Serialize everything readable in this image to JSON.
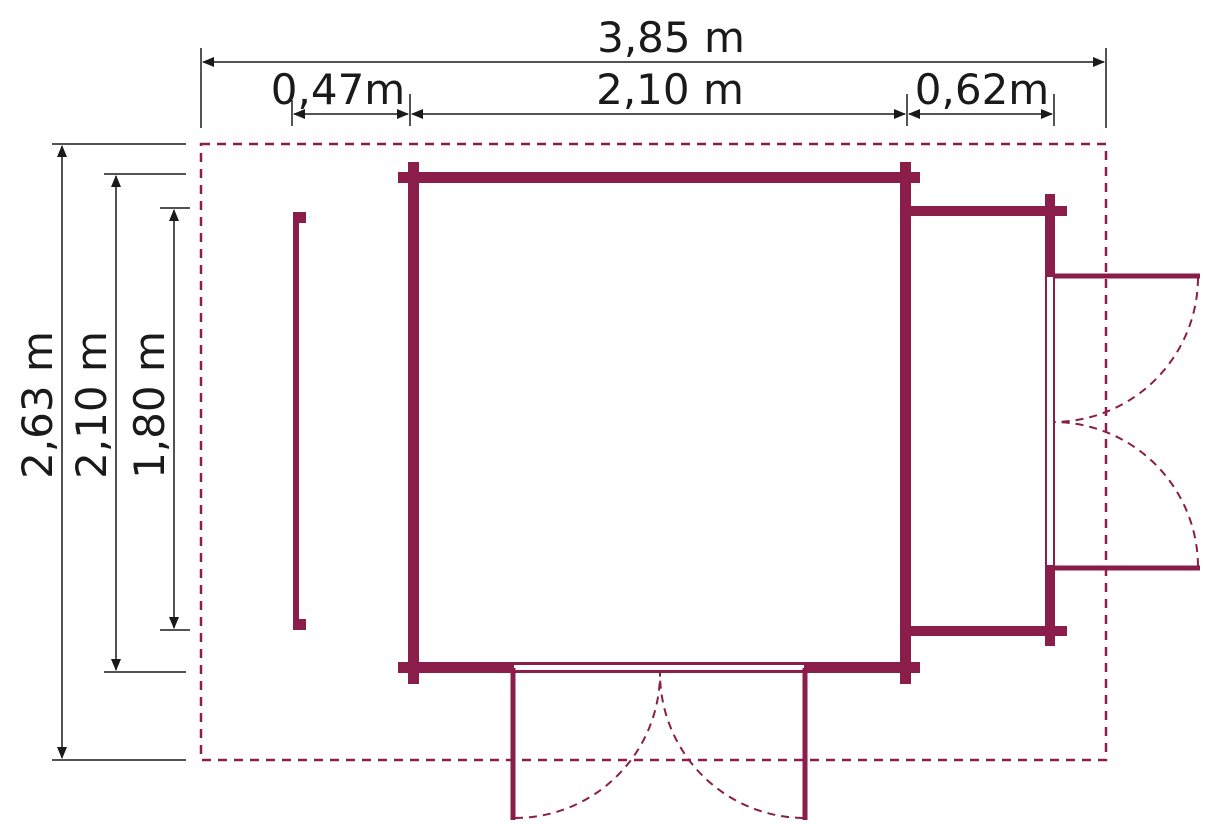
{
  "colors": {
    "wall": "#8b1d4a",
    "dimension": "#1a1a1a",
    "background": "#ffffff"
  },
  "dimensions": {
    "total_width": "3,85 m",
    "left_overhang": "0,47m",
    "cabin_width": "2,10 m",
    "side_annex_width": "0,62m",
    "total_depth": "2,63 m",
    "cabin_depth": "2,10 m",
    "left_wall_length": "1,80 m"
  }
}
